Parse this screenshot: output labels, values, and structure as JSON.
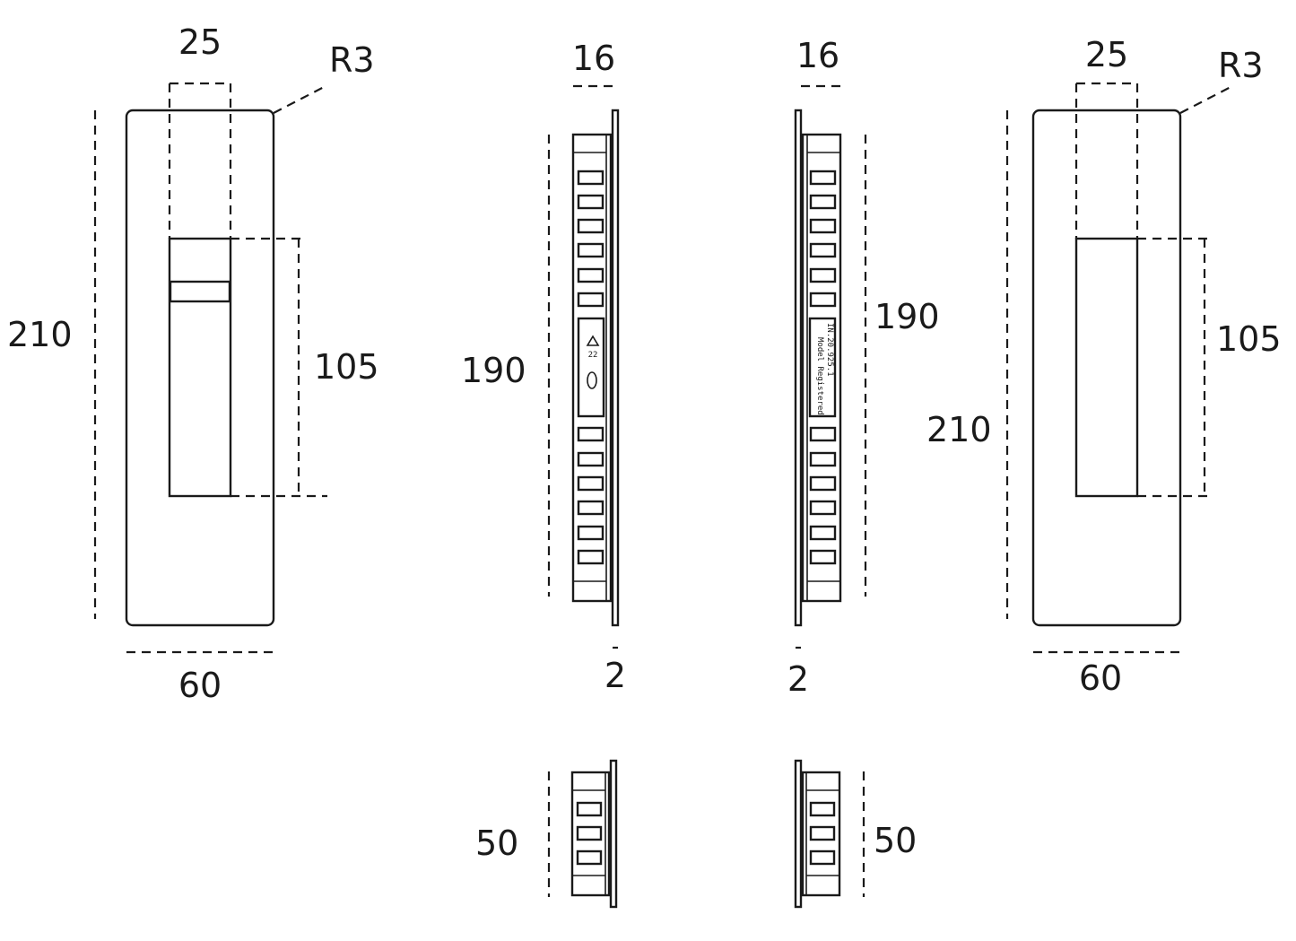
{
  "drawing": {
    "front_view_left": {
      "height": "210",
      "width": "60",
      "slot_width": "25",
      "slot_height": "105",
      "radius": "R3"
    },
    "side_view_left": {
      "thickness": "16",
      "length": "190",
      "plate": "2",
      "short_length": "50"
    },
    "side_view_right": {
      "thickness": "16",
      "length": "190",
      "plate": "2",
      "short_length": "50",
      "label_line_1": "IN.20.925.1",
      "label_line_2": "Model Registered"
    },
    "front_view_right": {
      "height": "210",
      "width": "60",
      "slot_width": "25",
      "slot_height": "105",
      "radius": "R3"
    }
  }
}
